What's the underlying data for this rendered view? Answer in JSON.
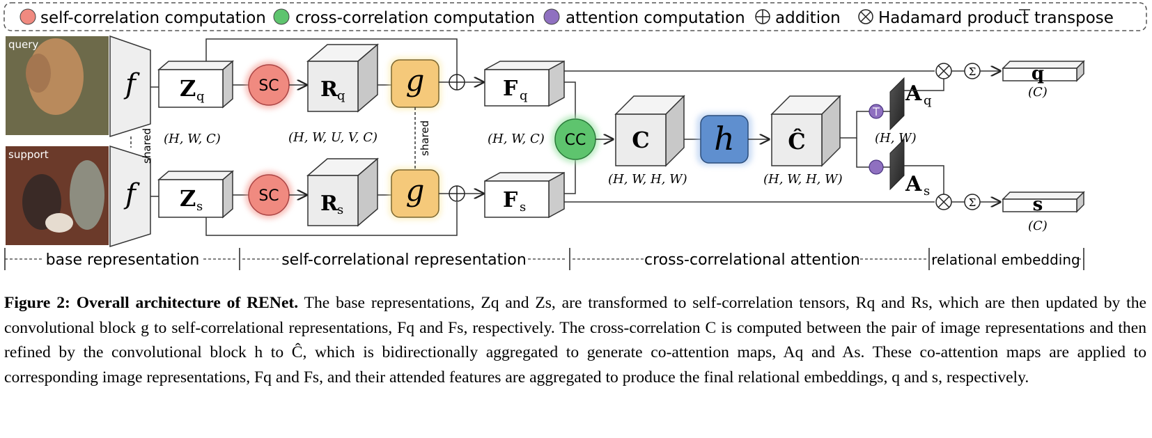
{
  "legend": {
    "self_corr": "self-correlation computation",
    "cross_corr": "cross-correlation computation",
    "attention": "attention computation",
    "addition": "addition",
    "hadamard": "Hadamard product",
    "transpose": "transpose"
  },
  "images": {
    "query_label": "query",
    "support_label": "support"
  },
  "shared_label": "shared",
  "nodes": {
    "f": "f",
    "Z": "Z",
    "R": "R",
    "g": "g",
    "F": "F",
    "sc": "SC",
    "cc": "CC",
    "C": "C",
    "C_hat": "Ĉ",
    "h": "h",
    "A": "A",
    "q_out": "q",
    "s_out": "s",
    "sub_q": "q",
    "sub_s": "s"
  },
  "dims": {
    "z": "(H, W, C)",
    "r": "(H, W, U, V, C)",
    "f": "(H, W, C)",
    "c": "(H, W, H, W)",
    "chat": "(H, W, H, W)",
    "a": "(H, W)",
    "q": "(C)",
    "s": "(C)"
  },
  "stages": {
    "base": "base representation",
    "self": "self-correlational representation",
    "cross": "cross-correlational attention",
    "rel": "relational embedding"
  },
  "caption": {
    "label": "Figure 2: Overall architecture of RENet.",
    "text": "The base representations, Zq and Zs, are transformed to self-correlation tensors, Rq and Rs, which are then updated by the convolutional block g to self-correlational representations, Fq and Fs, respectively. The cross-correlation C is computed between the pair of image representations and then refined by the convolutional block h to Ĉ, which is bidirectionally aggregated to generate co-attention maps, Aq and As. These co-attention maps are applied to corresponding image representations, Fq and Fs, and their attended features are aggregated to produce the final relational embeddings, q and s, respectively."
  },
  "colors": {
    "sc_fill": "#f08a80",
    "cc_fill": "#5ec46e",
    "att_fill": "#8f70c0",
    "g_fill": "#f5c97a",
    "h_fill": "#5f8fcf"
  }
}
